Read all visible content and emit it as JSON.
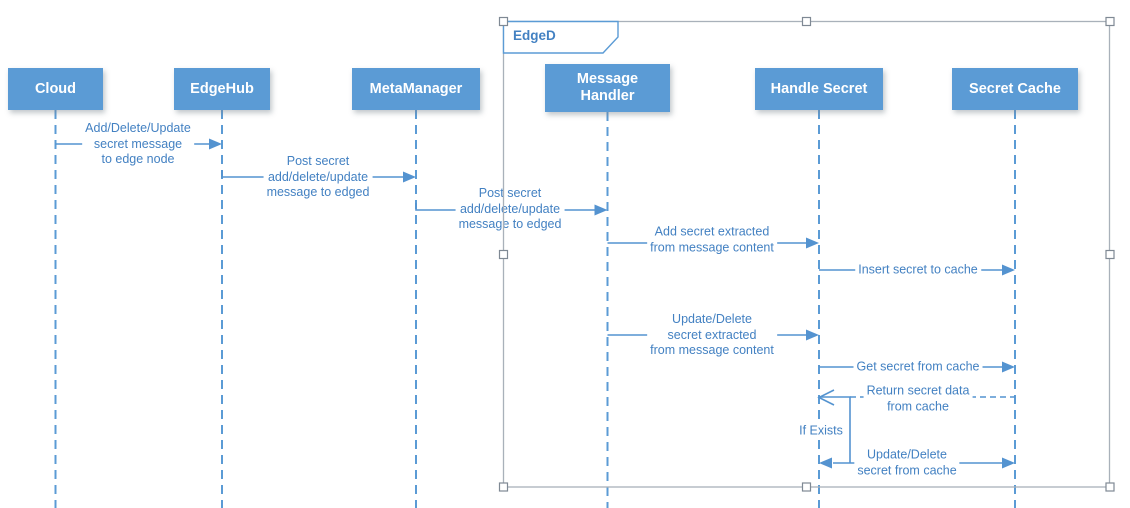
{
  "frame": {
    "label": "EdgeD"
  },
  "participants": [
    {
      "label": "Cloud"
    },
    {
      "label": "EdgeHub"
    },
    {
      "label": "MetaManager"
    },
    {
      "label": "Message Handler"
    },
    {
      "label": "Handle Secret"
    },
    {
      "label": "Secret Cache"
    }
  ],
  "messages": [
    {
      "from": "Cloud",
      "to": "EdgeHub",
      "style": "solid",
      "lines": [
        "Add/Delete/Update",
        "secret message",
        "to edge node"
      ]
    },
    {
      "from": "EdgeHub",
      "to": "MetaManager",
      "style": "solid",
      "lines": [
        "Post secret",
        "add/delete/update",
        "message to edged"
      ]
    },
    {
      "from": "MetaManager",
      "to": "Message Handler",
      "style": "solid",
      "lines": [
        "Post secret",
        "add/delete/update",
        "message to edged"
      ]
    },
    {
      "from": "Message Handler",
      "to": "Handle Secret",
      "style": "solid",
      "lines": [
        "Add secret extracted",
        "from message content"
      ]
    },
    {
      "from": "Handle Secret",
      "to": "Secret Cache",
      "style": "solid",
      "lines": [
        "Insert secret to cache"
      ]
    },
    {
      "from": "Message Handler",
      "to": "Handle Secret",
      "style": "solid",
      "lines": [
        "Update/Delete",
        "secret extracted",
        "from message content"
      ]
    },
    {
      "from": "Handle Secret",
      "to": "Secret Cache",
      "style": "solid",
      "lines": [
        "Get secret from cache"
      ]
    },
    {
      "from": "Secret Cache",
      "to": "Handle Secret",
      "style": "dashed-return",
      "lines": [
        "Return secret data",
        "from cache"
      ]
    },
    {
      "from": "Handle Secret",
      "to": "Secret Cache",
      "style": "solid-bidirectional",
      "lines": [
        "Update/Delete",
        "secret from cache"
      ]
    }
  ],
  "condition": {
    "label": "If Exists"
  },
  "colors": {
    "box_fill": "#5b9bd5",
    "box_text": "#ffffff",
    "line_blue": "#5493d0",
    "message_text": "#4381c2",
    "frame_border": "#a9b1ba"
  }
}
